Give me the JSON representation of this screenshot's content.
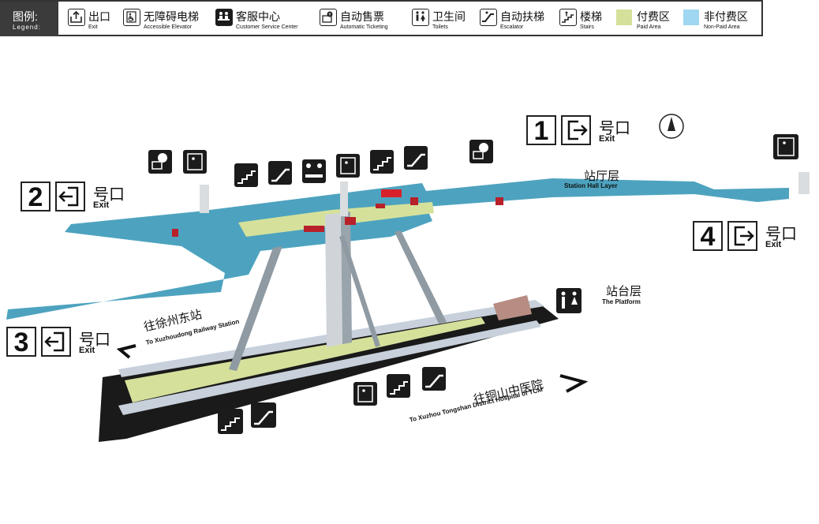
{
  "legend": {
    "title": "图例:",
    "title_en": "Legend:",
    "items": [
      {
        "cn": "出口",
        "en": "Exit",
        "icon": "exit-icon"
      },
      {
        "cn": "无障碍电梯",
        "en": "Accessible Elevator",
        "icon": "accessible-elevator-icon"
      },
      {
        "cn": "客服中心",
        "en": "Customer Service Center",
        "icon": "customer-service-icon"
      },
      {
        "cn": "自动售票",
        "en": "Automatic Ticketing",
        "icon": "ticket-machine-icon"
      },
      {
        "cn": "卫生间",
        "en": "Toilets",
        "icon": "toilet-icon"
      },
      {
        "cn": "自动扶梯",
        "en": "Escalator",
        "icon": "escalator-icon"
      },
      {
        "cn": "楼梯",
        "en": "Stairs",
        "icon": "stairs-icon"
      },
      {
        "cn": "付费区",
        "en": "Paid Area",
        "color": "#d5e19b"
      },
      {
        "cn": "非付费区",
        "en": "Non-Paid Area",
        "color": "#9fd7f0"
      }
    ]
  },
  "exits": [
    {
      "num": "1",
      "cn": "号口",
      "en": "Exit"
    },
    {
      "num": "2",
      "cn": "号口",
      "en": "Exit"
    },
    {
      "num": "3",
      "cn": "号口",
      "en": "Exit"
    },
    {
      "num": "4",
      "cn": "号口",
      "en": "Exit"
    }
  ],
  "layers": {
    "hall_cn": "站厅层",
    "hall_en": "Station Hall Layer",
    "platform_cn": "站台层",
    "platform_en": "The Platform"
  },
  "directions": {
    "west_cn": "往徐州东站",
    "west_en": "To Xuzhoudong Railway Station",
    "east_cn": "往铜山中医院",
    "east_en": "To Xuzhou Tongshan District Hospital of TCM"
  },
  "colors": {
    "hall": "#4da3bf",
    "paid": "#d5e19b",
    "nonpaid": "#9fd7f0",
    "platform_base": "#1a1a1a",
    "gate": "#b8202a",
    "pillar": "#8f9aa2"
  }
}
